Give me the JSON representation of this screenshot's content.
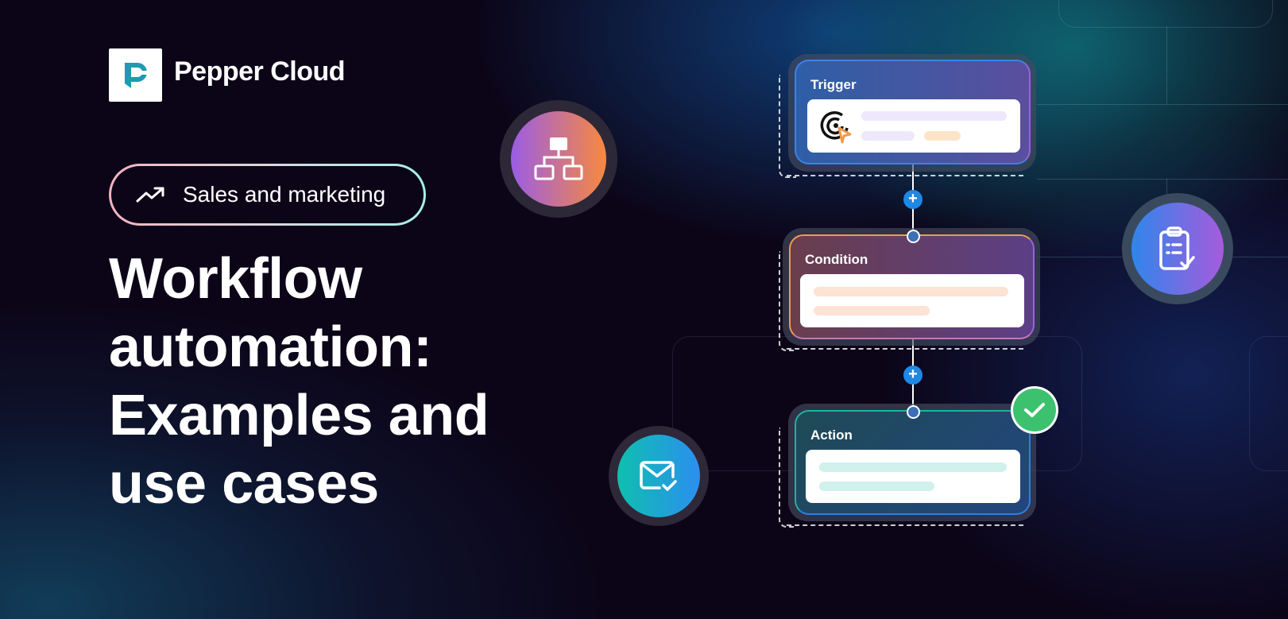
{
  "brand": {
    "name": "Pepper Cloud",
    "logo_icon": "pepper-cloud-p-logo",
    "logo_color": "#1e9bb0"
  },
  "category_pill": {
    "icon": "trending-up-icon",
    "label": "Sales and marketing",
    "gradient": [
      "#f3b3c1",
      "#a4efe9"
    ]
  },
  "headline": {
    "lines": [
      "Workflow",
      "automation:",
      "Examples and",
      "use cases"
    ]
  },
  "workflow": {
    "steps": [
      {
        "title": "Trigger",
        "icon": "target-cursor-icon",
        "border_colors": [
          "#2f80ed",
          "#9b51e0"
        ],
        "bar_colors": [
          "#efe7fb",
          "#fde4c8"
        ]
      },
      {
        "title": "Condition",
        "border_colors": [
          "#f2994a",
          "#9b51e0"
        ],
        "bar_colors": [
          "#fde3d3"
        ]
      },
      {
        "title": "Action",
        "border_colors": [
          "#17b5a3",
          "#2f80ed"
        ],
        "bar_colors": [
          "#d0f1ec"
        ],
        "status": "completed"
      }
    ],
    "connector_icon": "plus-icon"
  },
  "floating_icons": [
    {
      "name": "sitemap-icon",
      "gradient": [
        "#9b5de5",
        "#f7893f"
      ]
    },
    {
      "name": "clipboard-check-icon",
      "gradient": [
        "#2f86eb",
        "#a65bdd"
      ]
    },
    {
      "name": "mail-check-icon",
      "gradient": [
        "#0fbfae",
        "#2b8ff0"
      ]
    }
  ],
  "status_badge": {
    "icon": "check-icon",
    "color": "#3cc26e"
  }
}
